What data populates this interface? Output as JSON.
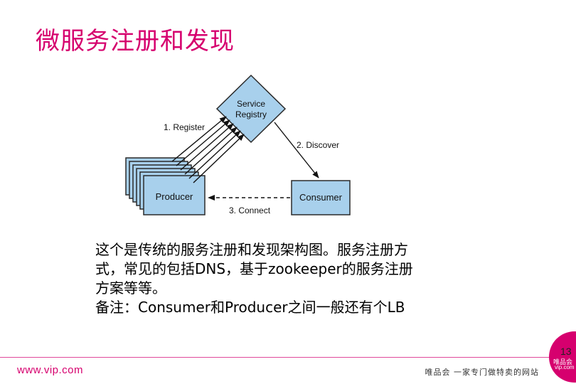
{
  "slide": {
    "title": "微服务注册和发现",
    "page_number": "13"
  },
  "diagram": {
    "registry_label": [
      "Service",
      "Registry"
    ],
    "producer_label": "Producer",
    "consumer_label": "Consumer",
    "register_label": "1. Register",
    "discover_label": "2. Discover",
    "connect_label": "3. Connect",
    "box_fill": "#a8d0ec",
    "box_stroke": "#2b2b2b"
  },
  "body": {
    "line1": "这个是传统的服务注册和发现架构图。服务注册方",
    "line2": "式，常见的包括DNS，基于zookeeper的服务注册",
    "line3": "方案等等。",
    "line4": "备注：Consumer和Producer之间一般还有个LB"
  },
  "footer": {
    "url": "www.vip.com",
    "slogan": "唯品会 一家专门做特卖的网站",
    "brand": "唯品会",
    "domain": "vip.com"
  },
  "colors": {
    "accent": "#d6006e"
  }
}
